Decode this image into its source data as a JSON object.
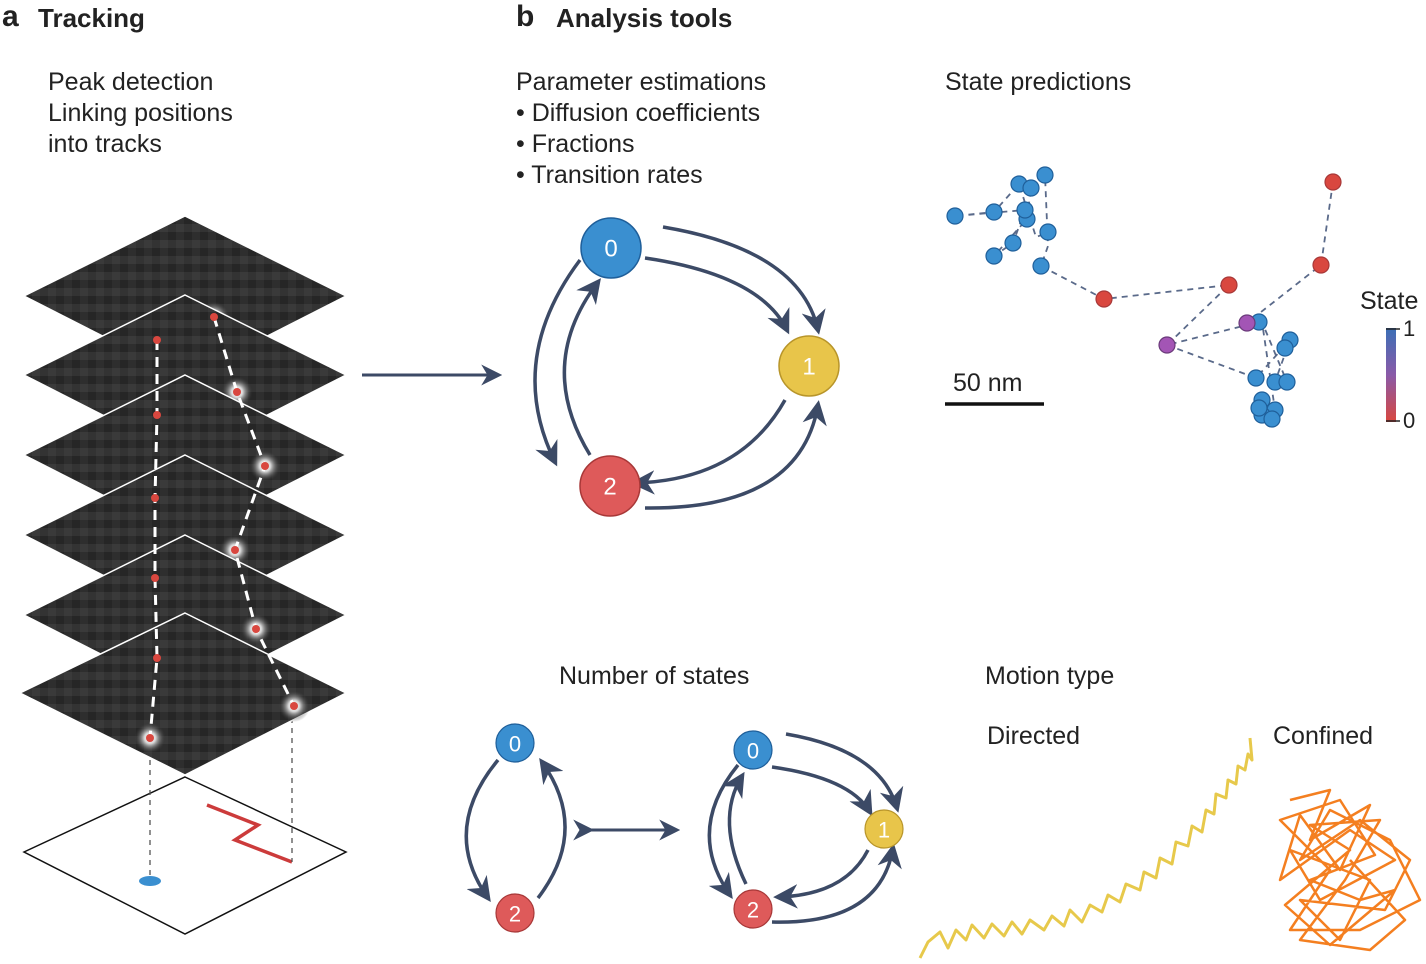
{
  "panel_a": {
    "letter": "a",
    "title": "Tracking",
    "description": [
      "Peak detection",
      "Linking positions",
      "into tracks"
    ]
  },
  "panel_b": {
    "letter": "b",
    "title": "Analysis tools",
    "parameter_estimations": {
      "heading": "Parameter estimations",
      "items": [
        "• Diffusion coefficients",
        "• Fractions",
        "• Transition rates"
      ]
    },
    "state_predictions": {
      "heading": "State predictions",
      "scale_bar_label": "50 nm",
      "colorbar": {
        "title": "State",
        "max_label": "1",
        "min_label": "0",
        "color_high": "#3b6fb6",
        "color_low": "#d9473f"
      }
    },
    "number_of_states": {
      "heading": "Number of states"
    },
    "motion_type": {
      "heading": "Motion type",
      "directed_label": "Directed",
      "confined_label": "Confined",
      "directed_color": "#e7c94b",
      "confined_color": "#f47f20"
    }
  },
  "states": {
    "0": {
      "label": "0",
      "color": "#3a8fd0"
    },
    "1": {
      "label": "1",
      "color": "#e8c54a"
    },
    "2": {
      "label": "2",
      "color": "#de5a5a"
    }
  },
  "arrow_color": "#3c4a66"
}
